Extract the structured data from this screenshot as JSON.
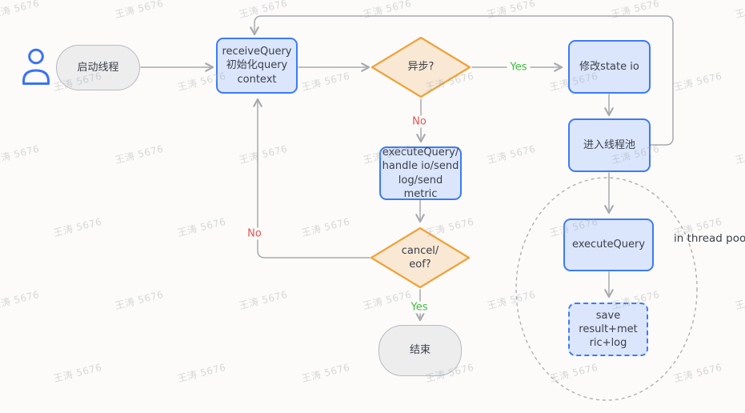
{
  "watermark": {
    "text": "王涛 5676"
  },
  "colors": {
    "background": "#fcfbf9",
    "process_border": "#3d7bf5",
    "process_fill": "#dbe6fc",
    "decision_border": "#f0a23a",
    "decision_fill": "#f9e8d4",
    "terminal_border": "#b6bac2",
    "terminal_fill": "#ededee",
    "connector_gray": "#a7aaae",
    "yes_green": "#3ebe3e",
    "no_red": "#e25653",
    "person_icon_blue": "#3b72f5"
  },
  "nodes": {
    "start": "启动线程",
    "receive_query": "receiveQuery\n初始化query\ncontext",
    "async_decision": "异步?",
    "modify_state": "修改state io",
    "enter_thread_pool": "进入线程池",
    "execute_handle": "executeQuery/\nhandle io/send\nlog/send metric",
    "cancel_decision": "cancel/\neof?",
    "end": "结束",
    "execute_query": "executeQuery",
    "save_result": "save result+met\nric+log"
  },
  "edge_labels": {
    "async_yes": "Yes",
    "async_no": "No",
    "cancel_no": "No",
    "cancel_yes": "Yes"
  },
  "annotations": {
    "in_thread_pool": "in thread pool"
  }
}
